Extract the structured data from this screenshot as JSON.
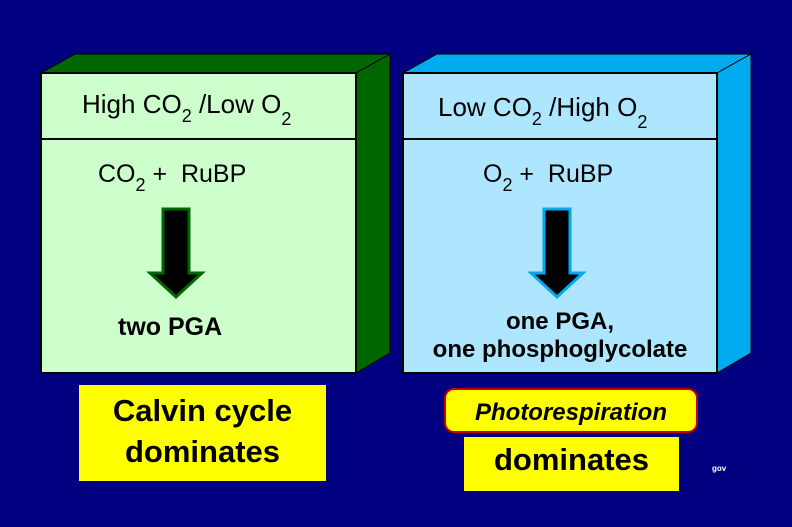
{
  "left_box": {
    "title_prefix": "High CO",
    "title_sub": "2",
    "title_mid": " /Low O",
    "title_sub2": "2",
    "reactant_a": "CO",
    "reactant_a_sub": "2",
    "reactant_rest": " +  RuBP",
    "product": "two PGA"
  },
  "right_box": {
    "title_prefix": "Low CO",
    "title_sub": "2",
    "title_mid": " /High O",
    "title_sub2": "2",
    "reactant_a": "O",
    "reactant_a_sub": "2",
    "reactant_rest": " +  RuBP",
    "product_line1": "one PGA,",
    "product_line2": "one phosphoglycolate"
  },
  "labels": {
    "left_line1": "Calvin cycle",
    "left_line2": "dominates",
    "right_line1": "Photorespiration",
    "right_line2": "dominates"
  },
  "footer": {
    "mark": "gov"
  },
  "colors": {
    "background": "#000080",
    "left_face": "#ccffcc",
    "left_side": "#006600",
    "right_face": "#aee6ff",
    "right_side": "#00aaee",
    "label_bg": "#ffff00"
  }
}
